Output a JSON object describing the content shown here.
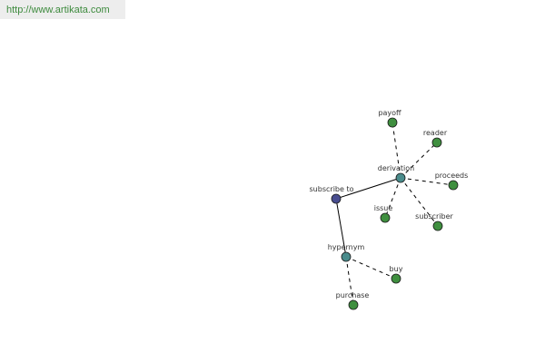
{
  "header": {
    "url": "http://www.artikata.com"
  },
  "colors": {
    "root": "#484d8f",
    "relation": "#4a8c8c",
    "leaf": "#3f8f3f",
    "edge": "#000000",
    "url_text": "#3d8a3d"
  },
  "graph": {
    "nodes": [
      {
        "id": "root",
        "label": "subscribe to",
        "kind": "root"
      },
      {
        "id": "derivation",
        "label": "derivation",
        "kind": "relation"
      },
      {
        "id": "hypernym",
        "label": "hypernym",
        "kind": "relation"
      },
      {
        "id": "payoff",
        "label": "payoff",
        "kind": "leaf"
      },
      {
        "id": "reader",
        "label": "reader",
        "kind": "leaf"
      },
      {
        "id": "proceeds",
        "label": "proceeds",
        "kind": "leaf"
      },
      {
        "id": "subscriber",
        "label": "subscriber",
        "kind": "leaf"
      },
      {
        "id": "issue",
        "label": "issue",
        "kind": "leaf"
      },
      {
        "id": "buy",
        "label": "buy",
        "kind": "leaf"
      },
      {
        "id": "purchase",
        "label": "purchase",
        "kind": "leaf"
      }
    ],
    "edges": [
      {
        "from": "root",
        "to": "derivation",
        "style": "solid"
      },
      {
        "from": "root",
        "to": "hypernym",
        "style": "solid"
      },
      {
        "from": "derivation",
        "to": "payoff",
        "style": "dashed"
      },
      {
        "from": "derivation",
        "to": "reader",
        "style": "dashed"
      },
      {
        "from": "derivation",
        "to": "proceeds",
        "style": "dashed"
      },
      {
        "from": "derivation",
        "to": "subscriber",
        "style": "dashed"
      },
      {
        "from": "derivation",
        "to": "issue",
        "style": "dashed"
      },
      {
        "from": "hypernym",
        "to": "buy",
        "style": "dashed"
      },
      {
        "from": "hypernym",
        "to": "purchase",
        "style": "dashed"
      }
    ]
  }
}
